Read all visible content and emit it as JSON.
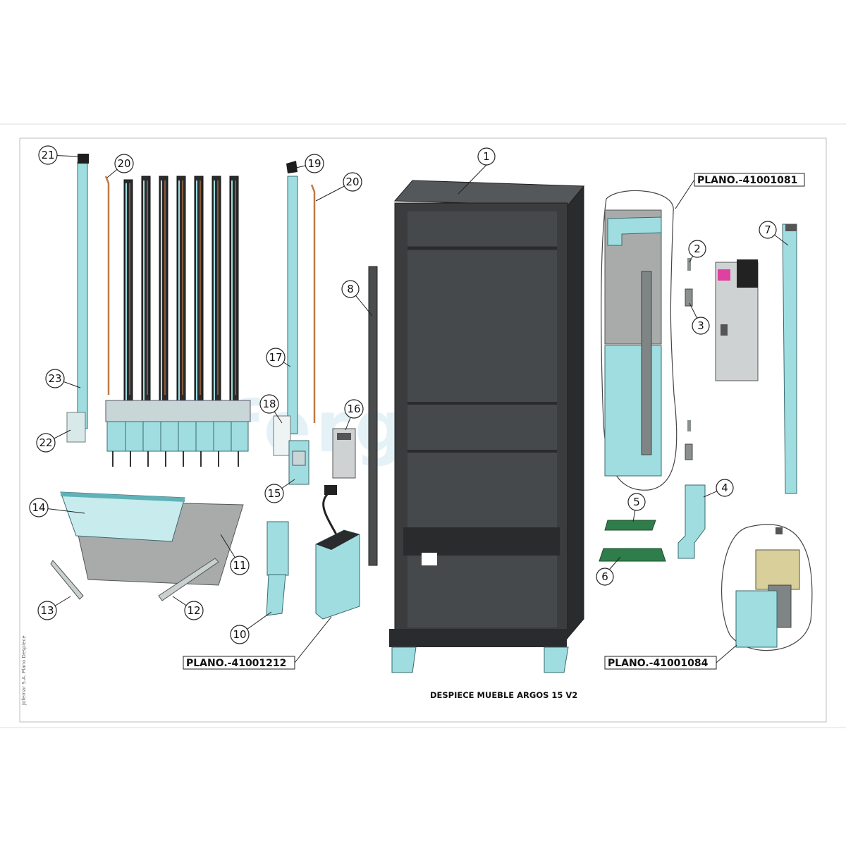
{
  "drawing": {
    "title": "DESPIECE MUEBLE ARGOS 15 V2",
    "side_text": "Jofemar S.A. Plano Despiece",
    "watermark": "Eferguer",
    "planos": [
      {
        "id": "plano-41001081",
        "label": "PLANO.-41001081"
      },
      {
        "id": "plano-41001212",
        "label": "PLANO.-41001212"
      },
      {
        "id": "plano-41001084",
        "label": "PLANO.-41001084"
      }
    ],
    "callouts": [
      "1",
      "2",
      "3",
      "4",
      "5",
      "6",
      "7",
      "8",
      "10",
      "11",
      "12",
      "13",
      "14",
      "15",
      "16",
      "17",
      "18",
      "19",
      "20",
      "20",
      "21",
      "22",
      "23"
    ]
  },
  "colors": {
    "frame": "#bbbbbb",
    "cabinet": "#3a3c3e",
    "cabinet_dark": "#2a2b2d",
    "cabinet_light": "#55585b",
    "part_cyan": "#9fdde0",
    "part_cyan_dark": "#5fb3b8",
    "metal_gray": "#a9abab",
    "copper": "#c07a45",
    "pcb_green": "#2f7d4a",
    "pink": "#e040a0"
  }
}
